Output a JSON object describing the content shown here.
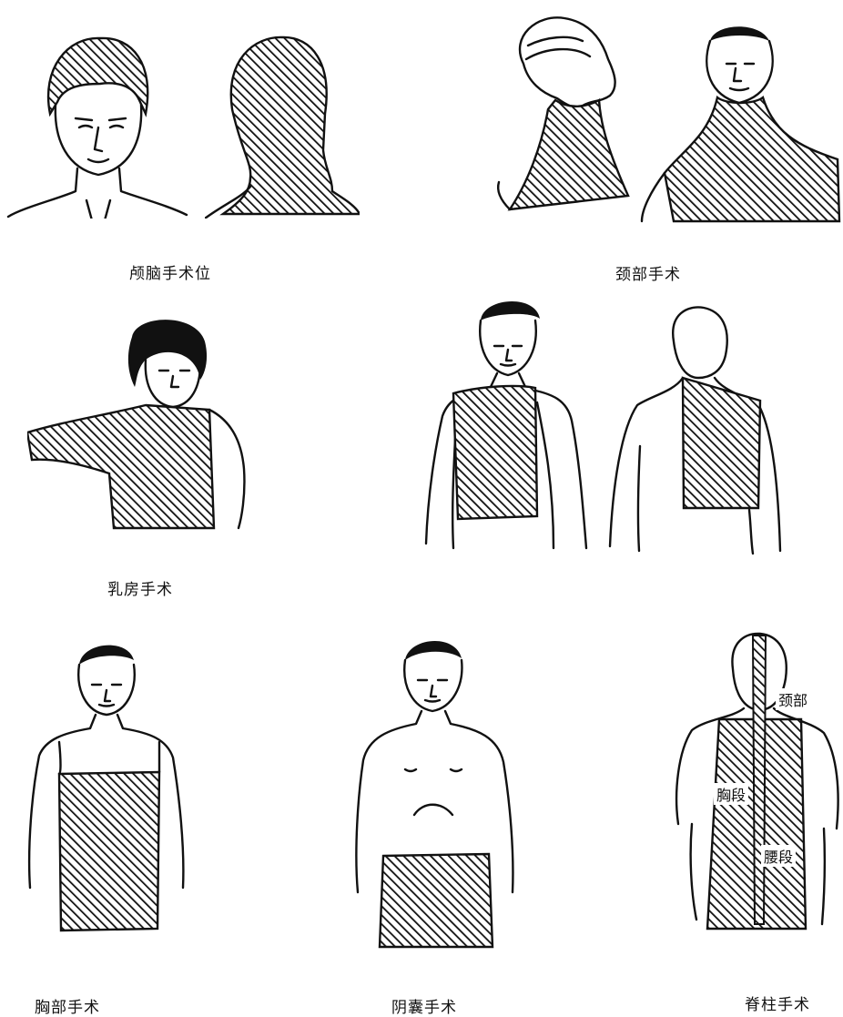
{
  "captions": {
    "cranial": "颅脑手术位",
    "neck": "颈部手术",
    "breast": "乳房手术",
    "chest": "胸部手术",
    "perineum": "阴囊手术",
    "spine": "脊柱手术"
  },
  "spine_labels": {
    "cervical": "颈部",
    "thoracic": "胸段",
    "lumbar": "腰段"
  }
}
